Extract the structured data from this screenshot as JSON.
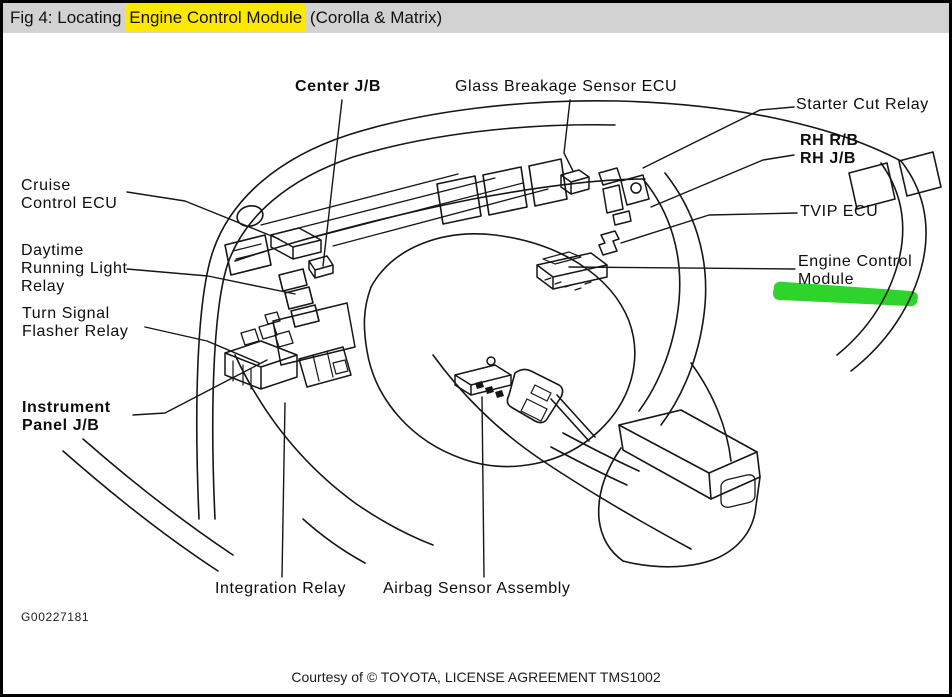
{
  "title": {
    "prefix": "Fig 4: Locating ",
    "highlighted": "Engine Control Module",
    "suffix": " (Corolla & Matrix)"
  },
  "labels": {
    "center_jb": "Center J/B",
    "glass_breakage": "Glass Breakage Sensor ECU",
    "starter_cut": "Starter Cut Relay",
    "rh_blocks": "RH R/B\nRH J/B",
    "tvip": "TVIP ECU",
    "ecm": "Engine Control\nModule",
    "cruise": "Cruise\nControl ECU",
    "drl": "Daytime\nRunning Light\nRelay",
    "turn_signal": "Turn Signal\nFlasher Relay",
    "instrument_panel": "Instrument\nPanel J/B",
    "integration": "Integration Relay",
    "airbag": "Airbag Sensor Assembly"
  },
  "figure_id": "G00227181",
  "courtesy": "Courtesy of © TOYOTA, LICENSE AGREEMENT TMS1002",
  "colors": {
    "titlebar_bg": "#d2d2d2",
    "title_highlight": "#fde900",
    "marker_green": "#2ed32b",
    "line_ink": "#161616"
  }
}
